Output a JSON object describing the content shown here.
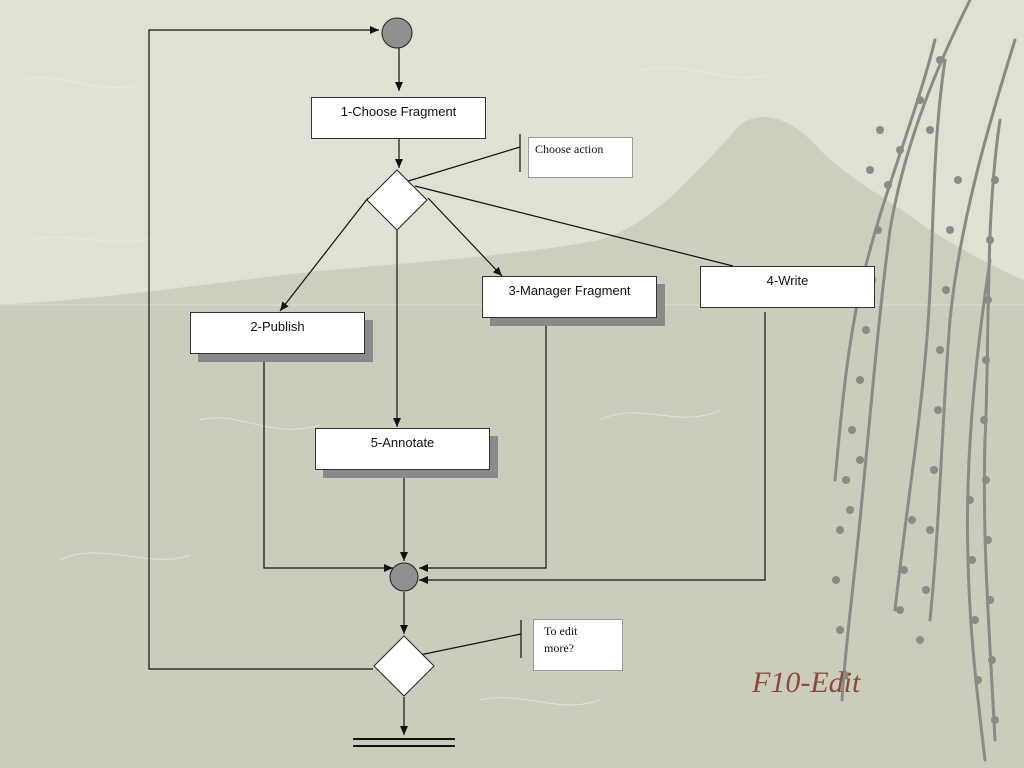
{
  "slide": {
    "title": "F10-Edit"
  },
  "nodes": {
    "choose_fragment": "1-Choose Fragment",
    "publish": "2-Publish",
    "manager_fragment": "3-Manager  Fragment",
    "write": "4-Write",
    "annotate": "5-Annotate"
  },
  "notes": {
    "choose_action": "Choose action",
    "to_edit_more": "To edit\nmore?"
  },
  "colors": {
    "background": "#ddddcf",
    "mountain": "#c7c7b8",
    "circle_fill": "#8f8f8f",
    "line": "#111111",
    "title": "#8b4a3a"
  }
}
